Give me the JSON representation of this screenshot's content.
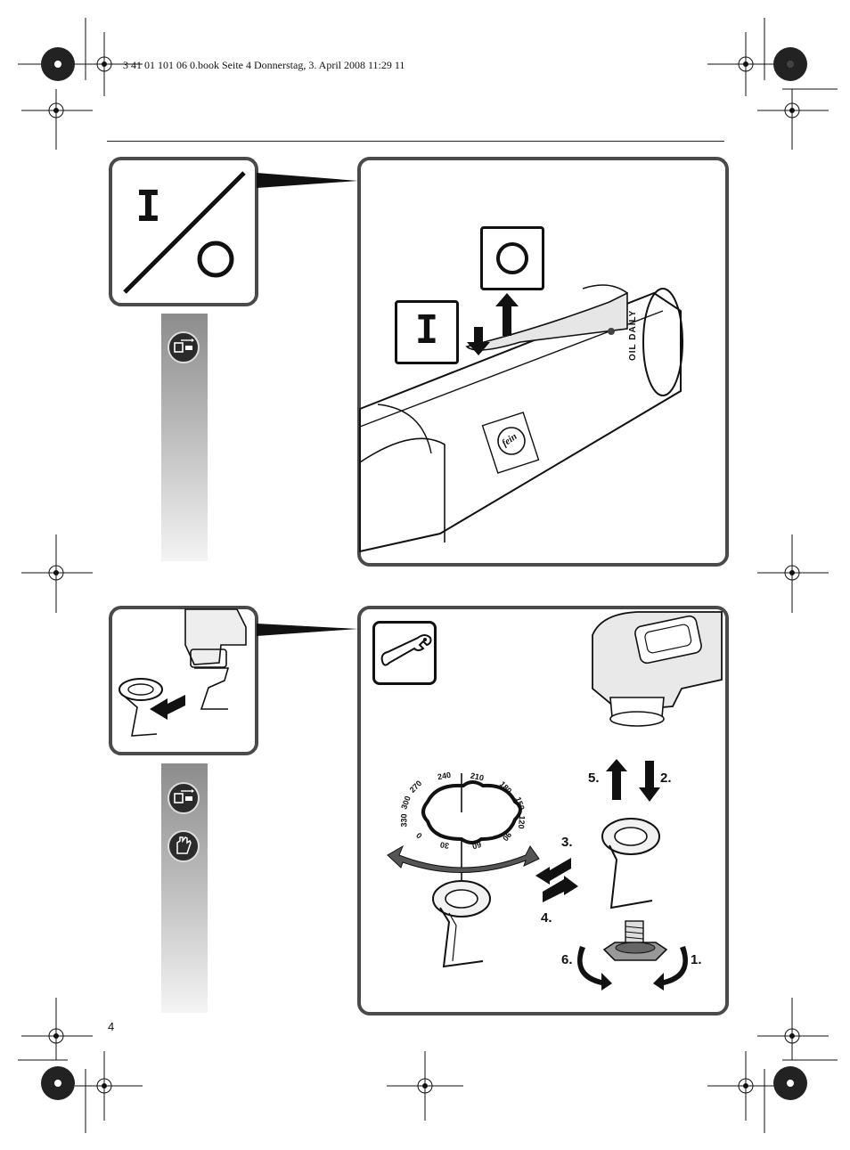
{
  "header": {
    "print_line": "3 41 01 101 06 0.book  Seite 4  Donnerstag, 3. April 2008  11:29 11"
  },
  "page": {
    "number": "4"
  },
  "section_switch": {
    "on_symbol": "I",
    "off_symbol": "O",
    "machine_label": "OIL DAILY",
    "brand_badge": "fein"
  },
  "section_tool_change": {
    "dial_numbers": [
      "300",
      "270",
      "240",
      "210",
      "180",
      "150",
      "120",
      "90",
      "60",
      "30",
      "0",
      "330"
    ],
    "steps": {
      "s1": "1.",
      "s2": "2.",
      "s3": "3.",
      "s4": "4.",
      "s5": "5.",
      "s6": "6."
    }
  },
  "icons": {
    "switch_symbol": "on-off-switch-icon",
    "unplug": "unplug-plug-icon",
    "gloves": "gloves-icon",
    "wrench": "wrench-icon"
  },
  "colors": {
    "frame": "#4a4a4a",
    "ink": "#111111"
  }
}
